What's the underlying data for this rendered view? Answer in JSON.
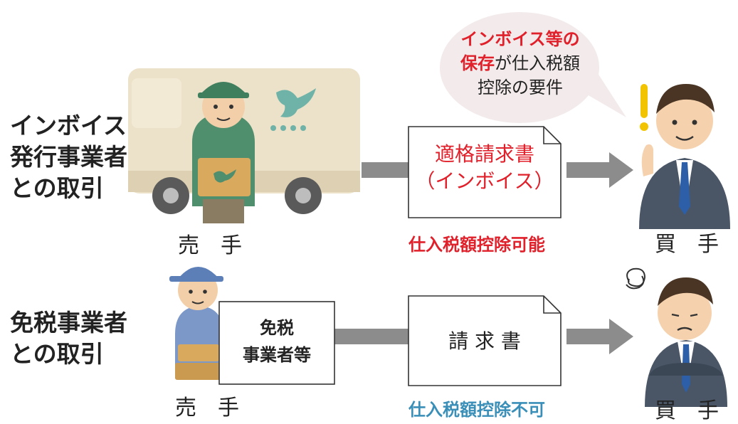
{
  "rows": [
    {
      "label_lines": [
        "インボイス",
        "発行事業者",
        "との取引"
      ],
      "seller_label": "売　手",
      "buyer_label": "買　手",
      "document": {
        "line1": "適格請求書",
        "line2": "（インボイス）"
      },
      "note": "仕入税額控除可能",
      "note_color": "#e0202a"
    },
    {
      "label_lines": [
        "免税事業者",
        "との取引"
      ],
      "seller_label": "売　手",
      "buyer_label": "買　手",
      "seller_box": {
        "line1": "免税",
        "line2": "事業者等"
      },
      "document": {
        "line1": "請 求 書"
      },
      "note": "仕入税額控除不可",
      "note_color": "#3a8fb8"
    }
  ],
  "speech_bubble": {
    "line1_red": "インボイス等の",
    "line2_red": "保存",
    "line2_rest": "が仕入税額",
    "line3": "控除の要件"
  },
  "colors": {
    "arrow": "#8c8c8c",
    "accent_red": "#e0202a",
    "accent_blue": "#3a8fb8",
    "bubble_fill": "#f3ebeb"
  }
}
